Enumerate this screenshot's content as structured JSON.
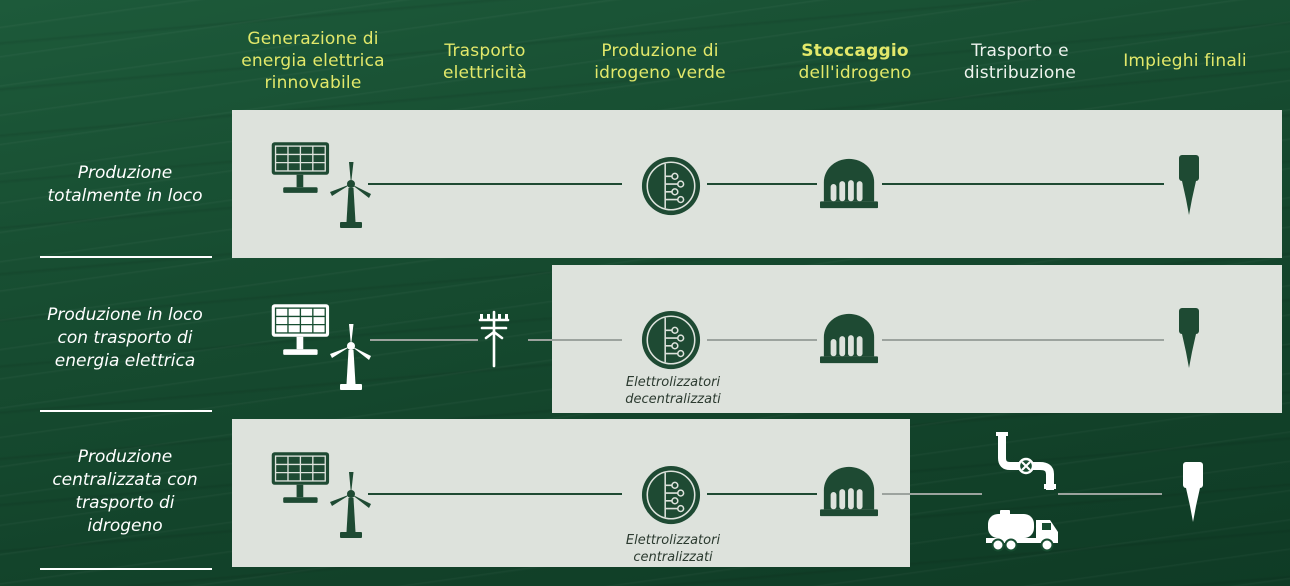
{
  "columns": {
    "generation": [
      "Generazione di",
      "energia elettrica",
      "rinnovabile"
    ],
    "electricity_transport": [
      "Trasporto",
      "elettricità"
    ],
    "production": [
      "Produzione di",
      "idrogeno verde"
    ],
    "storage_title": "Stoccaggio",
    "storage_subtitle": "dell'idrogeno",
    "distribution": [
      "Trasporto e",
      "distribuzione"
    ],
    "end_uses": "Impieghi finali"
  },
  "rows": {
    "row1": [
      "Produzione",
      "totalmente in loco"
    ],
    "row2": [
      "Produzione in loco",
      "con trasporto di",
      "energia elettrica"
    ],
    "row3": [
      "Produzione",
      "centralizzata con",
      "trasporto di",
      "idrogeno"
    ]
  },
  "captions": {
    "decentralized": [
      "Elettrolizzatori",
      "decentralizzati"
    ],
    "centralized": [
      "Elettrolizzatori",
      "centralizzati"
    ]
  },
  "icons": [
    "solar-panel-icon",
    "wind-turbine-icon",
    "power-pylon-icon",
    "electrolyzer-icon",
    "storage-tank-icon",
    "end-use-nozzle-icon",
    "pipeline-icon",
    "tanker-truck-icon"
  ],
  "colors": {
    "background": "#174d31",
    "panel": "#dde2dc",
    "icon_dark": "#1e4a33",
    "header_yellow": "#e2e86a"
  }
}
